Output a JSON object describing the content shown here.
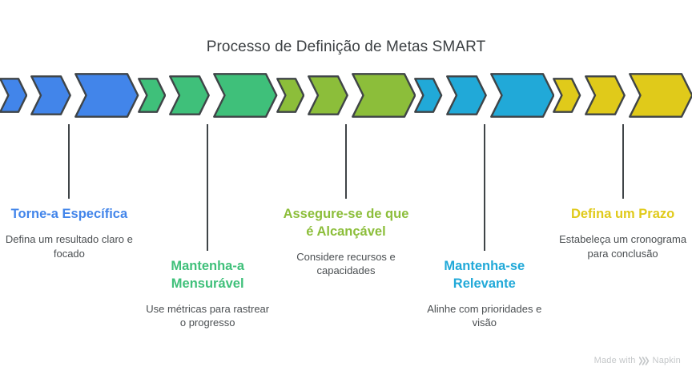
{
  "title": "Processo de Definição de Metas SMART",
  "colors": {
    "title_text": "#3c4043",
    "body_text": "#4b4f52",
    "outline": "#3f4447",
    "connector": "#3f4447",
    "watermark": "#c4c7c9",
    "background": "#ffffff"
  },
  "steps": [
    {
      "heading": "Torne-a Específica",
      "description": "Defina um resultado claro e focado",
      "color": "#4285ea",
      "connector": "short"
    },
    {
      "heading": "Mantenha-a Mensurável",
      "description": "Use métricas para rastrear o progresso",
      "color": "#3fc07a",
      "connector": "long"
    },
    {
      "heading": "Assegure-se de que é Alcançável",
      "description": "Considere recursos e capacidades",
      "color": "#8cbe3a",
      "connector": "short"
    },
    {
      "heading": "Mantenha-se Relevante",
      "description": "Alinhe com prioridades e visão",
      "color": "#21a9d8",
      "connector": "long"
    },
    {
      "heading": "Defina um Prazo",
      "description": "Estabeleça um cronograma para conclusão",
      "color": "#e0ca1a",
      "connector": "short"
    }
  ],
  "watermark": {
    "text": "Made with",
    "brand": "Napkin",
    "icon": "napkin-chevron-logo-icon"
  }
}
